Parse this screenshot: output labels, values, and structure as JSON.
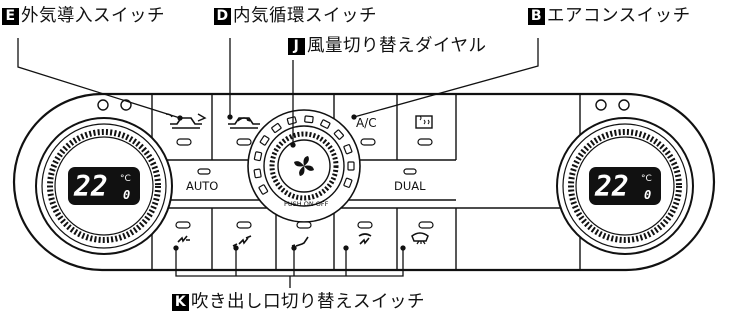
{
  "callouts": {
    "E": {
      "key": "E",
      "text": "外気導入スイッチ"
    },
    "D": {
      "key": "D",
      "text": "内気循環スイッチ"
    },
    "J": {
      "key": "J",
      "text": "風量切り替えダイヤル"
    },
    "B": {
      "key": "B",
      "text": "エアコンスイッチ"
    },
    "K": {
      "key": "K",
      "text": "吹き出し口切り替えスイッチ"
    }
  },
  "panel": {
    "left_display": {
      "temp": "22",
      "unit": "°C",
      "decimal": "0"
    },
    "right_display": {
      "temp": "22",
      "unit": "°C",
      "decimal": "0"
    },
    "ac_label": "A/C",
    "auto_label": "AUTO",
    "dual_label": "DUAL",
    "fan_push_label": "PUSH ON  OFF"
  }
}
